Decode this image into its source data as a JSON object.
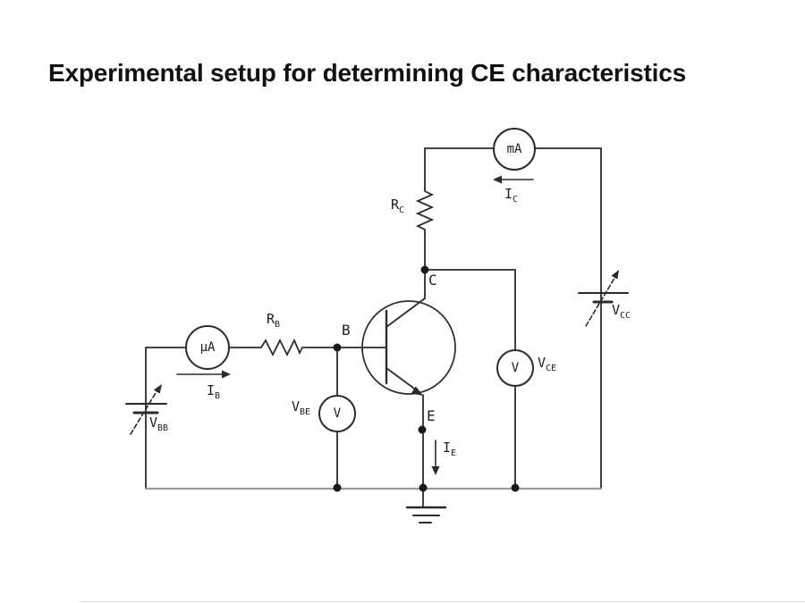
{
  "slide": {
    "title": "Experimental setup for determining CE characteristics"
  },
  "circuit": {
    "meters": {
      "collector_ammeter": {
        "label": "mA"
      },
      "base_ammeter": {
        "label": "µA"
      },
      "vce_voltmeter": {
        "label": "V"
      },
      "vbe_voltmeter": {
        "label": "V"
      }
    },
    "components": {
      "rc": {
        "main": "R",
        "sub": "C"
      },
      "rb": {
        "main": "R",
        "sub": "B"
      }
    },
    "currents": {
      "ic": {
        "main": "I",
        "sub": "C"
      },
      "ib": {
        "main": "I",
        "sub": "B"
      },
      "ie": {
        "main": "I",
        "sub": "E"
      }
    },
    "sources": {
      "vbb": {
        "main": "V",
        "sub": "BB"
      },
      "vcc": {
        "main": "V",
        "sub": "CC"
      }
    },
    "voltages": {
      "vbe": {
        "main": "V",
        "sub": "BE"
      },
      "vce": {
        "main": "V",
        "sub": "CE"
      }
    },
    "terminals": {
      "base": "B",
      "collector": "C",
      "emitter": "E"
    }
  },
  "colors": {
    "wire": "#2b2b2b",
    "bottom_wire": "#9c9c9c",
    "text": "#111111"
  }
}
